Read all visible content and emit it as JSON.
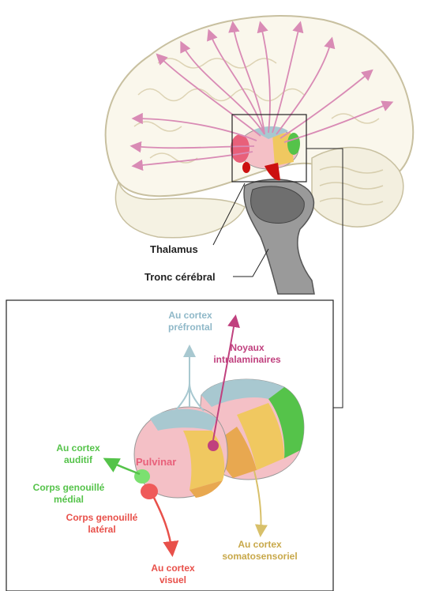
{
  "labels": {
    "thalamus": "Thalamus",
    "brainstem": "Tronc cérébral",
    "prefrontal": [
      "Au cortex",
      "préfrontal"
    ],
    "intralaminar": [
      "Noyaux",
      "intralaminaires"
    ],
    "auditory": [
      "Au cortex",
      "auditif"
    ],
    "pulvinar": "Pulvinar",
    "mgn": [
      "Corps genouillé",
      "médial"
    ],
    "lgn": [
      "Corps genouillé",
      "latéral"
    ],
    "visual": [
      "Au cortex",
      "visuel"
    ],
    "somato": [
      "Au cortex",
      "somatosensoriel"
    ]
  },
  "colors": {
    "projection_arrows": "#d98bb5",
    "prefrontal": "#8fb8c8",
    "intralaminar": "#c0407e",
    "auditory": "#55c34a",
    "pulvinar": "#e8607a",
    "lgn": "#e8504a",
    "somato": "#d8c06a",
    "brainstem": "#8d8d8d",
    "brain_outline": "#c8c0a0"
  }
}
